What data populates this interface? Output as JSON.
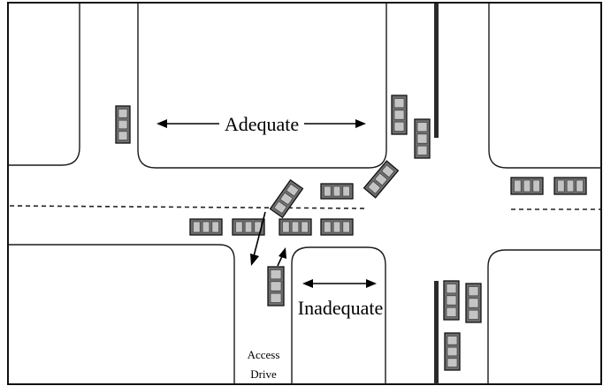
{
  "diagram": {
    "labels": {
      "adequate": "Adequate",
      "inadequate": "Inadequate",
      "access_line1": "Access",
      "access_line2": "Drive"
    },
    "colors": {
      "road_edge": "#1a1a1a",
      "vehicle_body": "#6e6e6e",
      "vehicle_window": "#c4c4c4",
      "background": "#ffffff"
    }
  }
}
